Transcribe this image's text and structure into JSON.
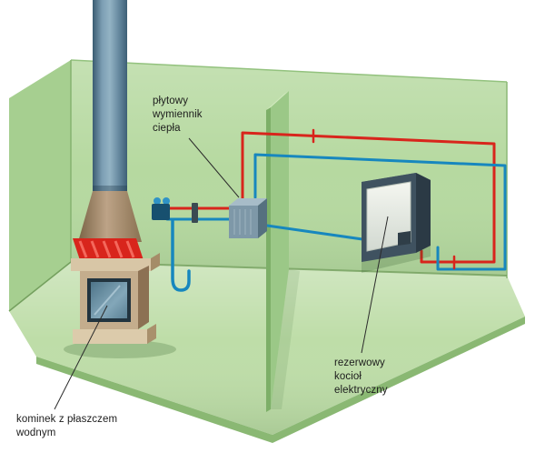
{
  "diagram": {
    "labels": {
      "heat_exchanger": "płytowy\nwymiennik\nciepła",
      "backup_boiler": "rezerwowy\nkocioł\nelektryczny",
      "fireplace": "kominek z płaszczem\nwodnym"
    },
    "colors": {
      "pipe_hot": "#d8251c",
      "pipe_cold": "#1787be",
      "wall_back": "#b6d9a0",
      "wall_left": "#a6cf90",
      "partition": "#9bc887",
      "floor": "#bedda8",
      "fireplace_tan": "#c4ad8d",
      "boiler_case": "#3f5260",
      "boiler_panel": "#edefe9",
      "exchanger_front": "#7e98a8",
      "leader": "#2b2b2b"
    }
  }
}
